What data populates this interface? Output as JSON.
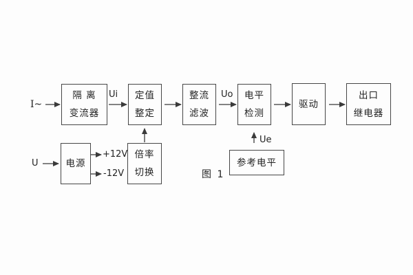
{
  "figure": {
    "caption": "图 1",
    "labels": {
      "input_current": "I~",
      "input_voltage": "U",
      "ui": "Ui",
      "uo": "Uo",
      "ue": "Ue",
      "plus12v": "+12V",
      "minus12v": "-12V"
    },
    "blocks": {
      "isolation": {
        "line1": "隔 离",
        "line2": "变流器"
      },
      "setting": {
        "line1": "定值",
        "line2": "整定"
      },
      "rectifier_filter": {
        "line1": "整流",
        "line2": "滤波"
      },
      "level_detect": {
        "line1": "电平",
        "line2": "检测"
      },
      "drive": {
        "line1": "驱动"
      },
      "output_relay": {
        "line1": "出口",
        "line2": "继电器"
      },
      "power": {
        "line1": "电源"
      },
      "ratio_switch": {
        "line1": "倍率",
        "line2": "切换"
      },
      "reference_level": {
        "line1": "参考电平"
      }
    },
    "colors": {
      "line": "#3a3a3a",
      "text": "#222222",
      "background": "#fdfdfd"
    }
  }
}
